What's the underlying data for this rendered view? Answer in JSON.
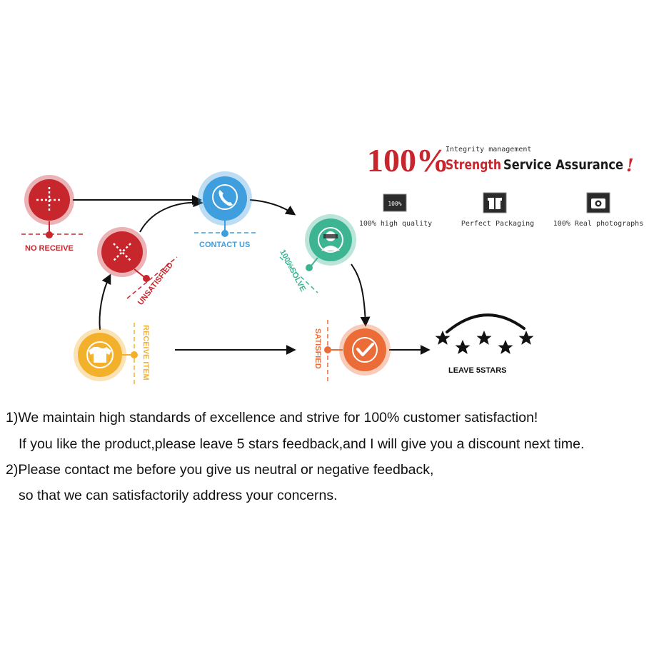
{
  "header": {
    "percent": "100%",
    "tagline": "Integrity management",
    "title_strength": "Strength",
    "title_rest": "Service Assurance",
    "exclaim": "!"
  },
  "features": [
    {
      "icon": "quality-badge-icon",
      "badge": "100%",
      "label": "100% high quality"
    },
    {
      "icon": "gift-box-icon",
      "label": "Perfect Packaging"
    },
    {
      "icon": "camera-icon",
      "label": "100% Real photographs"
    }
  ],
  "flow": {
    "no_receive": "NO RECEIVE",
    "unsatisfied": "UNSATISFIED",
    "contact_us": "CONTACT US",
    "solve": "100%SOLVE",
    "receive_item": "RECEIVE ITEM",
    "satisfied": "SATISFIED",
    "leave_stars": "LEAVE 5STARS"
  },
  "colors": {
    "red": "#c8262d",
    "blue": "#3f9ede",
    "teal": "#3db593",
    "yellow": "#f3b02b",
    "orange": "#ec6c37",
    "dark": "#111111"
  },
  "policy": {
    "line1": "1)We maintain high standards of excellence and strive for 100% customer satisfaction!",
    "line2": "If you like the product,please leave 5 stars feedback,and I will give you a discount next time.",
    "line3": "2)Please contact me before you give us neutral or negative feedback,",
    "line4": "so that we can satisfactorily address your concerns."
  }
}
